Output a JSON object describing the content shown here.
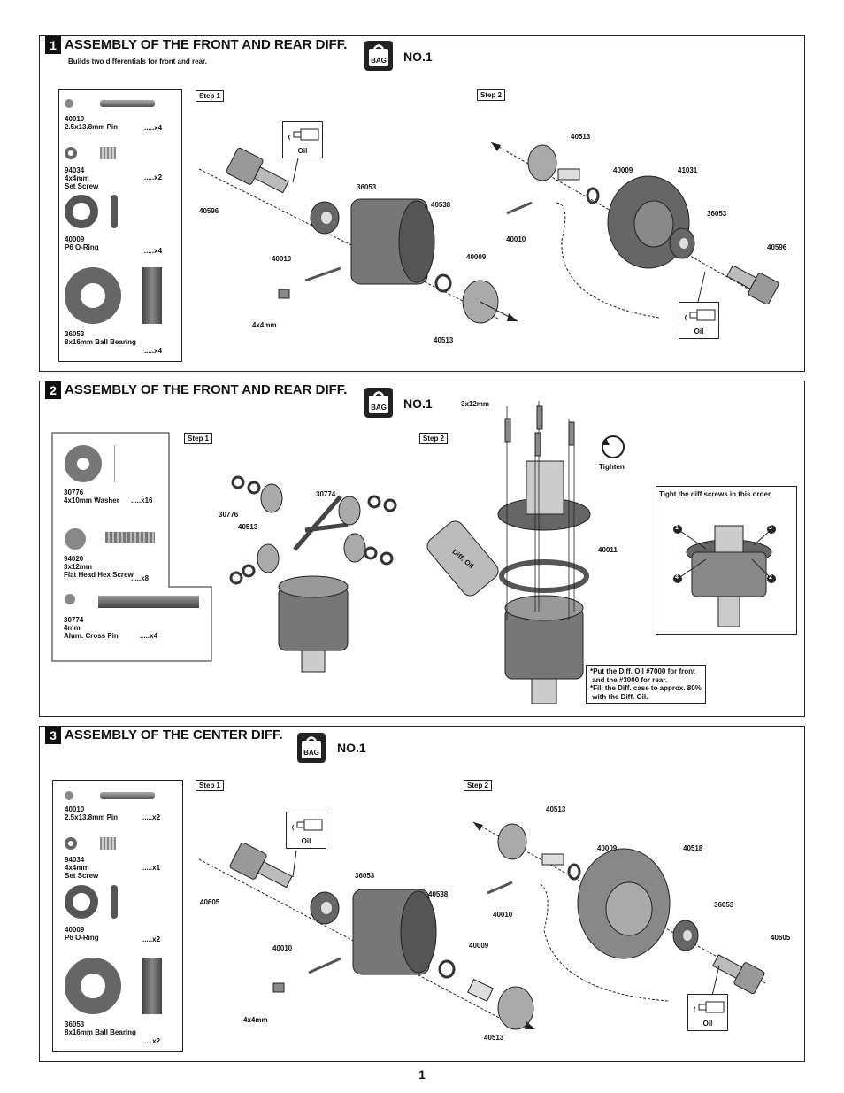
{
  "sections": [
    {
      "num": "1",
      "title": "ASSEMBLY OF THE FRONT AND REAR DIFF.",
      "subtitle": "Builds two differentials for front and rear.",
      "bag_label": "BAG",
      "bag_no": "NO.1",
      "step1": "Step 1",
      "step2": "Step 2",
      "oil": "Oil",
      "parts": [
        {
          "text": "40010\n2.5x13.8mm Pin",
          "qty": ".....x4"
        },
        {
          "text": "94034\n4x4mm\nSet Screw",
          "qty": ".....x2"
        },
        {
          "text": "40009\nP6 O-Ring",
          "qty": ".....x4"
        },
        {
          "text": "36053\n8x16mm Ball Bearing",
          "qty": ".....x4"
        }
      ],
      "callouts": [
        "40596",
        "36053",
        "40538",
        "40010",
        "40009",
        "4x4mm",
        "40513",
        "40513",
        "40009",
        "41031",
        "36053",
        "40010",
        "40596"
      ]
    },
    {
      "num": "2",
      "title": "ASSEMBLY OF THE FRONT AND REAR DIFF.",
      "bag_label": "BAG",
      "bag_no": "NO.1",
      "step1": "Step 1",
      "step2": "Step 2",
      "tighten": "Tighten",
      "screw_size": "3x12mm",
      "diff_oil": "Diff. Oil",
      "order_title": "Tight the diff screws in this order.",
      "order_nums": [
        "1",
        "2",
        "3",
        "4"
      ],
      "parts": [
        {
          "text": "30776\n4x10mm Washer",
          "qty": ".....x16"
        },
        {
          "text": "94020\n3x12mm\nFlat Head Hex Screw",
          "qty": ".....x8"
        },
        {
          "text": "30774\n4mm\nAlum. Cross Pin",
          "qty": ".....x4"
        }
      ],
      "callouts": [
        "30774",
        "30776",
        "40513",
        "40011"
      ],
      "note": "*Put the Diff. Oil #7000 for front\n and the #3000 for rear.\n*Fill the Diff. case to approx. 80%\n with the Diff. Oil."
    },
    {
      "num": "3",
      "title": "ASSEMBLY OF THE CENTER DIFF.",
      "bag_label": "BAG",
      "bag_no": "NO.1",
      "step1": "Step 1",
      "step2": "Step 2",
      "oil": "Oil",
      "parts": [
        {
          "text": "40010\n2.5x13.8mm Pin",
          "qty": ".....x2"
        },
        {
          "text": "94034\n4x4mm\nSet Screw",
          "qty": ".....x1"
        },
        {
          "text": "40009\nP6 O-Ring",
          "qty": ".....x2"
        },
        {
          "text": "36053\n8x16mm Ball Bearing",
          "qty": ".....x2"
        }
      ],
      "callouts": [
        "40605",
        "36053",
        "40538",
        "40010",
        "40009",
        "4x4mm",
        "40513",
        "40513",
        "40009",
        "40518",
        "36053",
        "40010",
        "40605"
      ]
    }
  ],
  "page_number": "1"
}
